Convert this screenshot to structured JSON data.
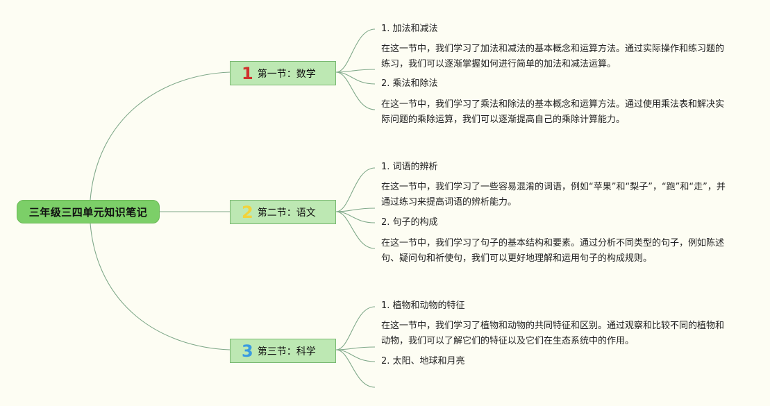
{
  "colors": {
    "background": "#fdfdf3",
    "root_fill": "#7ccf68",
    "section_fill": "#bde8b3",
    "section_border": "#79b870",
    "edge": "#7fa889",
    "num1": "#d0312d",
    "num2": "#f2d33b",
    "num3": "#3a9be0"
  },
  "root": {
    "label": "三年级三四单元知识笔记"
  },
  "sections": [
    {
      "number": "1",
      "label": "第一节：数学",
      "children": [
        "1. 加法和减法",
        "在这一节中，我们学习了加法和减法的基本概念和运算方法。通过实际操作和练习题的练习，我们可以逐渐掌握如何进行简单的加法和减法运算。",
        "2. 乘法和除法",
        "在这一节中，我们学习了乘法和除法的基本概念和运算方法。通过使用乘法表和解决实际问题的乘除运算，我们可以逐渐提高自己的乘除计算能力。"
      ]
    },
    {
      "number": "2",
      "label": "第二节：语文",
      "children": [
        "1. 词语的辨析",
        "在这一节中，我们学习了一些容易混淆的词语，例如“苹果”和“梨子”，“跑”和“走”，并通过练习来提高词语的辨析能力。",
        "2. 句子的构成",
        "在这一节中，我们学习了句子的基本结构和要素。通过分析不同类型的句子，例如陈述句、疑问句和祈使句，我们可以更好地理解和运用句子的构成规则。"
      ]
    },
    {
      "number": "3",
      "label": "第三节：科学",
      "children": [
        "1. 植物和动物的特征",
        "在这一节中，我们学习了植物和动物的共同特征和区别。通过观察和比较不同的植物和动物，我们可以了解它们的特征以及它们在生态系统中的作用。",
        "2. 太阳、地球和月亮",
        ""
      ]
    }
  ]
}
